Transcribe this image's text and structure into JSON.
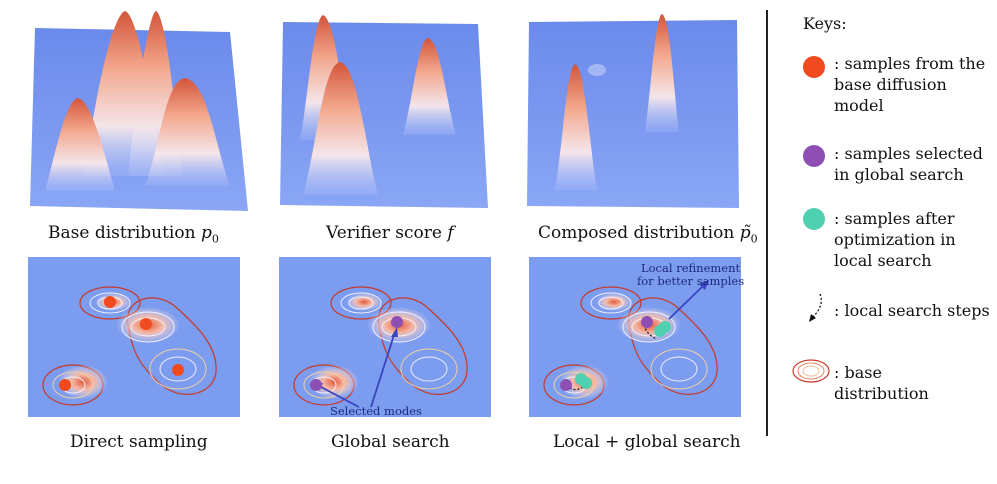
{
  "captions": {
    "base": "Base distribution",
    "base_math": "p",
    "base_sub": "0",
    "verifier": "Verifier score",
    "verifier_math": "f",
    "composed": "Composed distribution",
    "composed_math": "p̃",
    "composed_sub": "0",
    "direct": "Direct sampling",
    "global": "Global search",
    "local": "Local + global search"
  },
  "annotations": {
    "selected_modes": "Selected modes",
    "local_refinement_1": "Local refinement",
    "local_refinement_2": "for better samples"
  },
  "keys": {
    "title": "Keys:",
    "base_samples": ": samples from the base diffusion model",
    "global_samples": ": samples selected in global search",
    "local_samples": ": samples after optimization in local search",
    "search_steps": ": local search steps",
    "base_distribution": ": base distribution"
  },
  "colors": {
    "base_sample": "#f04a1e",
    "global_sample": "#8e4fb5",
    "local_sample": "#4fd0b0",
    "surface_blue": "#6f8ef0",
    "peak_red": "#d2553a"
  }
}
